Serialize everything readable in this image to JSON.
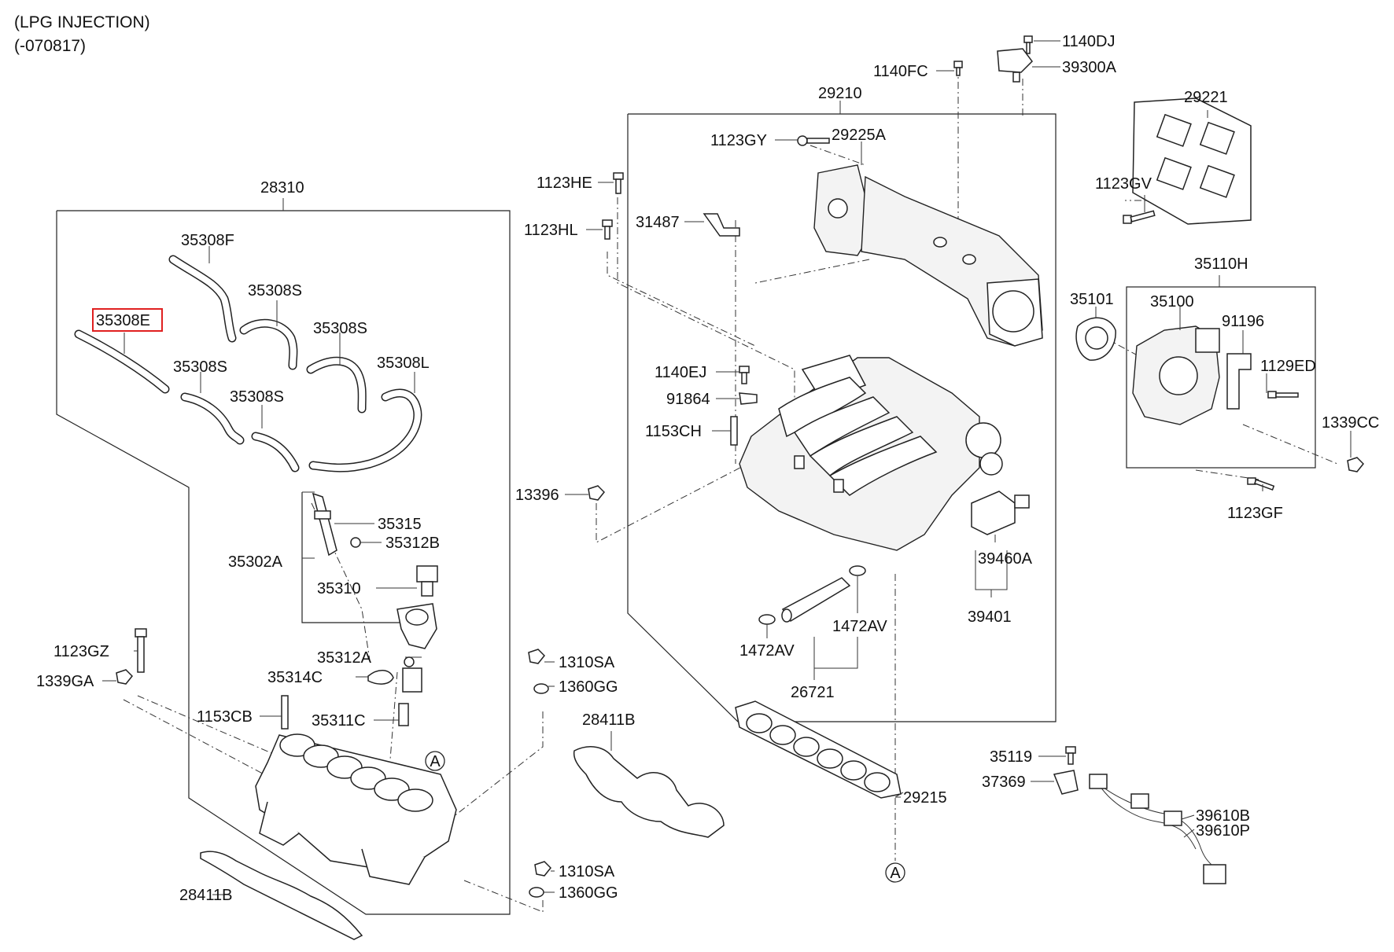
{
  "header": {
    "line1": "(LPG INJECTION)",
    "line2": "(-070817)"
  },
  "highlighted_part": "35308E",
  "highlight_color": "#e02020",
  "ref_marker": "A",
  "labels": {
    "p1140DJ": "1140DJ",
    "p39300A": "39300A",
    "p1140FC": "1140FC",
    "p29210": "29210",
    "p29221": "29221",
    "p1123GY": "1123GY",
    "p29225A": "29225A",
    "p1123HE": "1123HE",
    "p1123GV": "1123GV",
    "p28310": "28310",
    "p31487": "31487",
    "p1123HL": "1123HL",
    "p35308F": "35308F",
    "p35110H": "35110H",
    "p35308S_a": "35308S",
    "p35101": "35101",
    "p35100": "35100",
    "p35308E": "35308E",
    "p91196": "91196",
    "p35308S_b": "35308S",
    "p35308S_c": "35308S",
    "p35308L": "35308L",
    "p1129ED": "1129ED",
    "p1140EJ": "1140EJ",
    "p35308S_d": "35308S",
    "p91864": "91864",
    "p1339CC": "1339CC",
    "p1153CH": "1153CH",
    "p13396": "13396",
    "p1123GF": "1123GF",
    "p35315": "35315",
    "p35312B": "35312B",
    "p35302A": "35302A",
    "p39460A": "39460A",
    "p35310": "35310",
    "p39401": "39401",
    "p1472AV_r": "1472AV",
    "p1123GZ": "1123GZ",
    "p1472AV_l": "1472AV",
    "p35312A": "35312A",
    "p1310SA_a": "1310SA",
    "p1339GA": "1339GA",
    "p35314C": "35314C",
    "p1360GG_a": "1360GG",
    "p26721": "26721",
    "p1153CB": "1153CB",
    "p35311C": "35311C",
    "p28411B_a": "28411B",
    "p35119": "35119",
    "p37369": "37369",
    "p29215": "29215",
    "p39610B": "39610B",
    "p39610P": "39610P",
    "p1310SA_b": "1310SA",
    "p28411B_b": "28411B",
    "p1360GG_b": "1360GG"
  }
}
